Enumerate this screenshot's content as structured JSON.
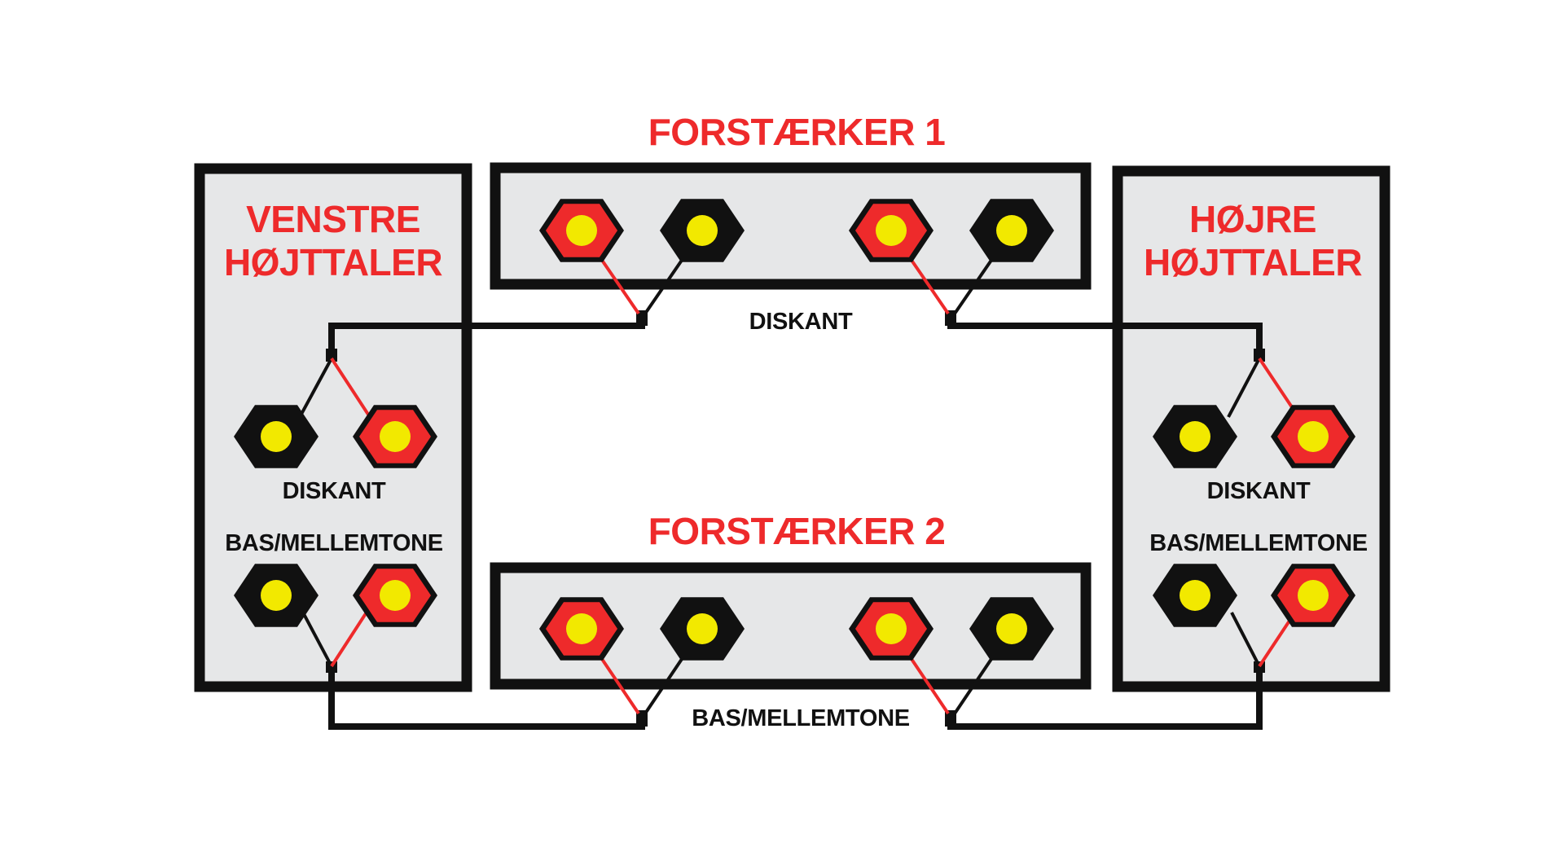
{
  "titles": {
    "amp1": "FORSTÆRKER 1",
    "amp2": "FORSTÆRKER 2",
    "left_speaker_line1": "VENSTRE",
    "left_speaker_line2": "HØJTTALER",
    "right_speaker_line1": "HØJRE",
    "right_speaker_line2": "HØJTTALER"
  },
  "labels": {
    "amp1_output": "DISKANT",
    "amp2_output": "BAS/MELLEMTONE",
    "left_treble": "DISKANT",
    "left_bassmid": "BAS/MELLEMTONE",
    "right_treble": "DISKANT",
    "right_bassmid": "BAS/MELLEMTONE"
  },
  "colors": {
    "positive_terminal": "#ee2a2b",
    "negative_terminal": "#111111",
    "terminal_center": "#f2e900",
    "panel_fill": "#e6e7e8",
    "wire_positive": "#ee2a2b",
    "wire_negative": "#111111",
    "title_text": "#ee2a2b"
  }
}
